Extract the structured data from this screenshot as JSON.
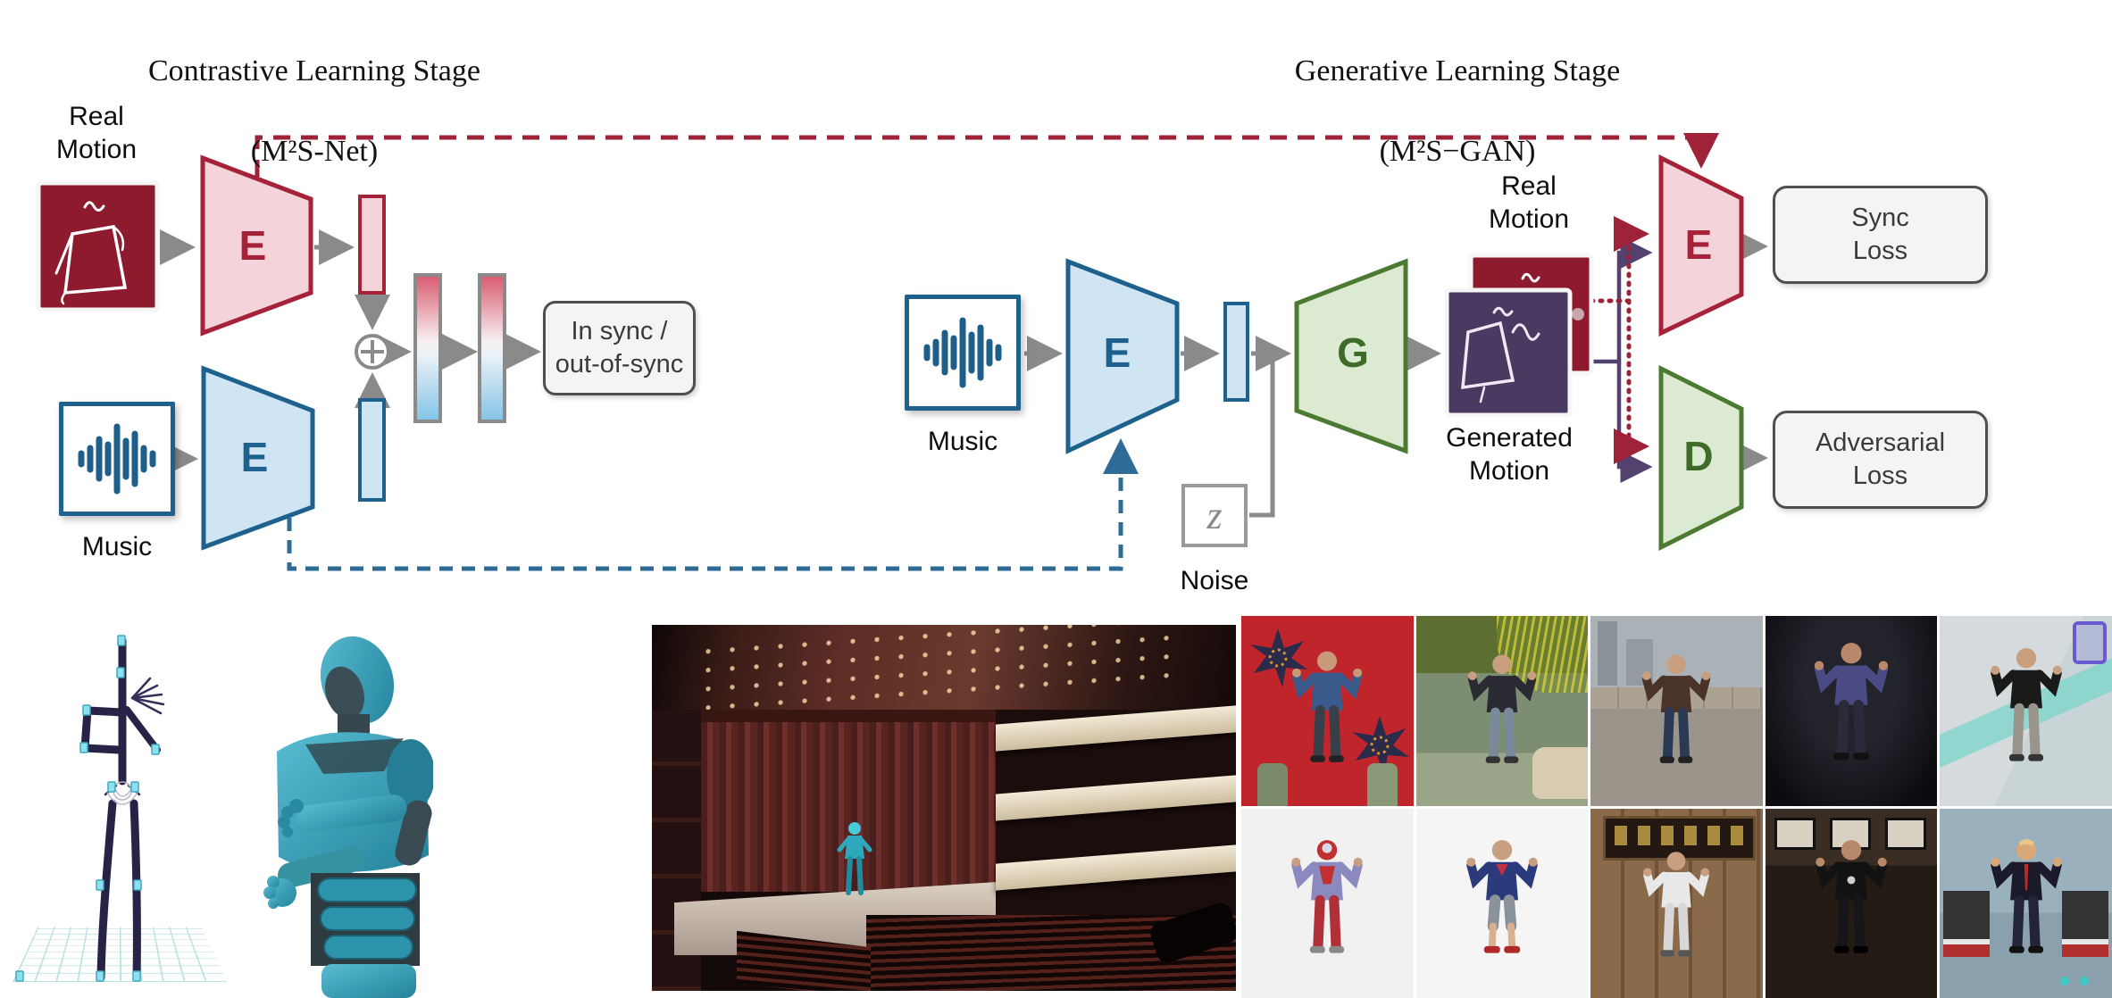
{
  "figure": {
    "contrastive": {
      "title": "Contrastive Learning Stage",
      "subtitle": "(M²S-Net)",
      "real_motion_label": "Real\nMotion",
      "music_label": "Music",
      "motion_encoder_label": "E",
      "music_encoder_label": "E",
      "output_box": "In sync /\nout-of-sync"
    },
    "generative": {
      "title": "Generative Learning Stage",
      "subtitle": "(M²S−GAN)",
      "music_label": "Music",
      "music_encoder_label": "E",
      "noise_symbol": "z",
      "noise_label": "Noise",
      "generator_label": "G",
      "real_motion_label": "Real\nMotion",
      "generated_motion_label": "Generated\nMotion",
      "sync_encoder_label": "E",
      "discriminator_label": "D",
      "sync_loss_box": "Sync\nLoss",
      "adversarial_loss_box": "Adversarial\nLoss"
    },
    "icons": {
      "music_waveform": "waveform-icon",
      "sum_node": "circled-plus-icon",
      "real_motion_thumbnail": "skeleton-sketch-icon",
      "generated_motion_thumbnail": "skeleton-sketch-icon"
    },
    "colors": {
      "motion_red": "#9E2339",
      "motion_red_fill": "#F4D3DB",
      "music_blue": "#1F618D",
      "music_blue_fill": "#CFE5F3",
      "generator_green": "#4C7A33",
      "generator_green_fill": "#DCEAD2",
      "generated_purple": "#4A3960",
      "real_motion_dark_red": "#8E1A2E",
      "arrow_gray": "#8A8A8A"
    },
    "bottom_row": {
      "panels": [
        {
          "name": "skeleton-motion-capture"
        },
        {
          "name": "robot-character-render"
        },
        {
          "name": "theater-stage-render"
        },
        {
          "name": "video-frame-grid",
          "rows": 2,
          "cols": 5
        }
      ]
    }
  }
}
